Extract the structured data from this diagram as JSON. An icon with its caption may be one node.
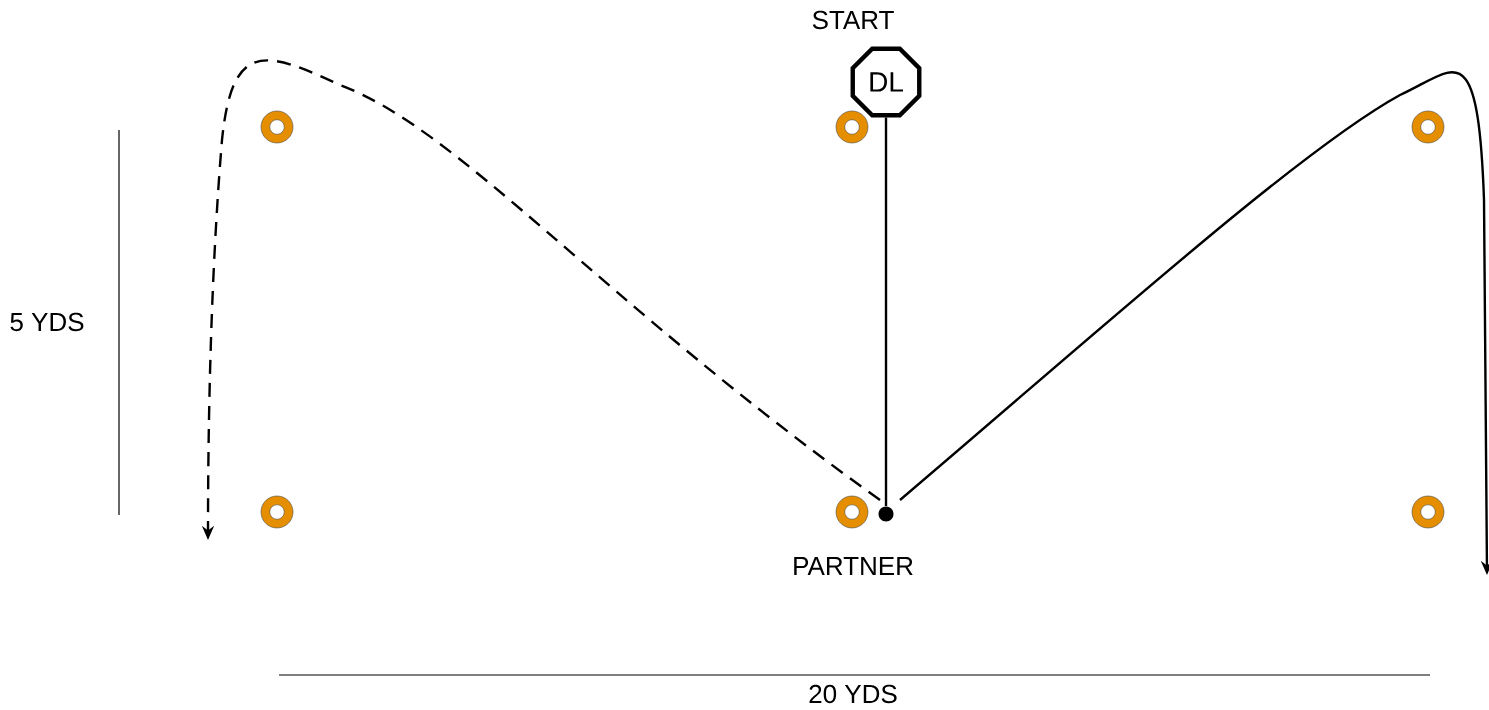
{
  "diagram": {
    "nodes": [
      {
        "text": [
          "DL"
        ],
        "beside": [
          "START"
        ]
      },
      {
        "text": [],
        "shape": "circle",
        "beside": [
          "PARTNER"
        ]
      }
    ],
    "edges": [
      {
        "from": 0,
        "to": 1,
        "arrow": "none"
      },
      {
        "from": 1,
        "to": null,
        "arrow": "to"
      },
      {
        "from": 1,
        "to": null,
        "arrow": "to",
        "style": "dashed"
      }
    ],
    "labels": [
      "5 YDS",
      "20 YDS"
    ]
  }
}
